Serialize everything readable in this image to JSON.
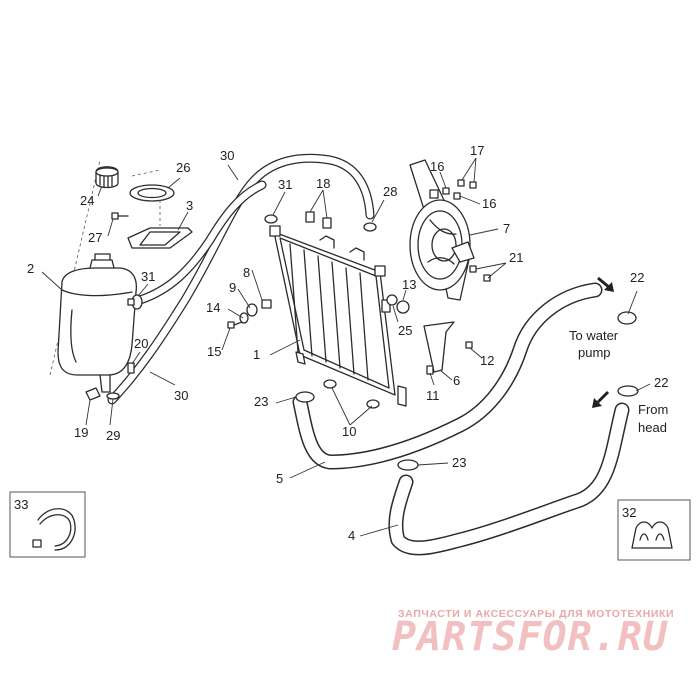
{
  "parts": [
    {
      "ref": "1"
    },
    {
      "ref": "2"
    },
    {
      "ref": "3"
    },
    {
      "ref": "4"
    },
    {
      "ref": "5"
    },
    {
      "ref": "6"
    },
    {
      "ref": "7"
    },
    {
      "ref": "8"
    },
    {
      "ref": "9"
    },
    {
      "ref": "10"
    },
    {
      "ref": "11"
    },
    {
      "ref": "12"
    },
    {
      "ref": "13"
    },
    {
      "ref": "14"
    },
    {
      "ref": "15"
    },
    {
      "ref": "16"
    },
    {
      "ref": "17"
    },
    {
      "ref": "18"
    },
    {
      "ref": "19"
    },
    {
      "ref": "20"
    },
    {
      "ref": "21"
    },
    {
      "ref": "22"
    },
    {
      "ref": "23"
    },
    {
      "ref": "24"
    },
    {
      "ref": "25"
    },
    {
      "ref": "26"
    },
    {
      "ref": "27"
    },
    {
      "ref": "28"
    },
    {
      "ref": "29"
    },
    {
      "ref": "30"
    },
    {
      "ref": "31"
    },
    {
      "ref": "32"
    },
    {
      "ref": "33"
    }
  ],
  "annotations": {
    "to_water_pump_line1": "To water",
    "to_water_pump_line2": "pump",
    "from_head_line1": "From",
    "from_head_line2": "head"
  },
  "watermark": {
    "subtitle": "ЗАПЧАСТИ И АКСЕССУАРЫ ДЛЯ МОТОТЕХНИКИ",
    "logo": "PARTSFOR.RU",
    "color": "#f2c0c0"
  },
  "colors": {
    "line": "#2b2b2b",
    "background": "#ffffff"
  }
}
